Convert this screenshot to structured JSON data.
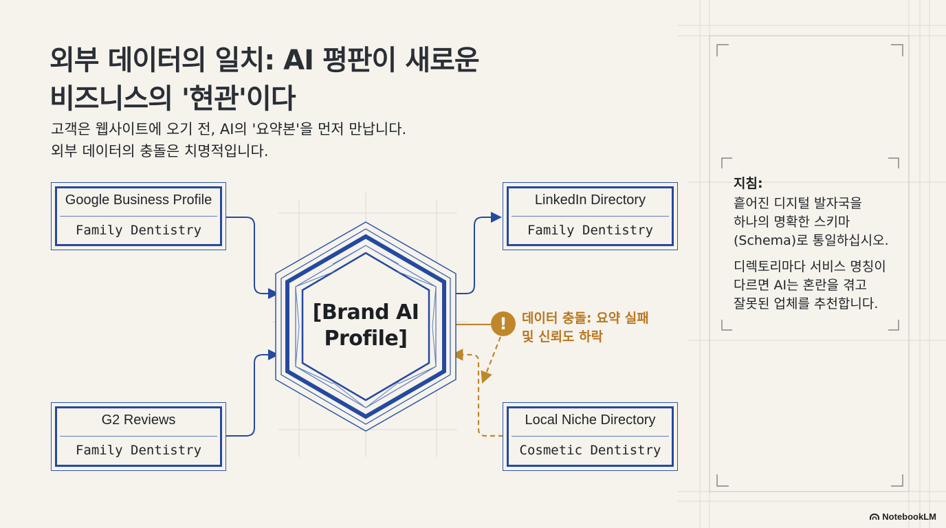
{
  "title_lines": [
    "외부 데이터의 일치: AI 평판이 새로운",
    "비즈니스의 '현관'이다"
  ],
  "subtitle_lines": [
    "고객은 웹사이트에 오기 전, AI의 '요약본'을 먼저 만납니다.",
    "외부 데이터의 충돌은 치명적입니다."
  ],
  "hub": {
    "lines": [
      "[Brand AI",
      "Profile]"
    ]
  },
  "sources": [
    {
      "name": "Google Business Profile",
      "category": "Family Dentistry"
    },
    {
      "name": "LinkedIn Directory",
      "category": "Family Dentistry"
    },
    {
      "name": "G2 Reviews",
      "category": "Family Dentistry"
    },
    {
      "name": "Local Niche Directory",
      "category": "Cosmetic Dentistry"
    }
  ],
  "conflict": {
    "icon": "exclamation-icon",
    "symbol": "!",
    "lines": [
      "데이터 충돌: 요약 실패",
      "및 신뢰도 하락"
    ],
    "color": "#c0862a"
  },
  "guidance": {
    "title": "지침:",
    "paragraph1": [
      "흩어진 디지털 발자국을",
      "하나의 명확한 스키마",
      "(Schema)로 통일하십시오."
    ],
    "paragraph2": [
      "디렉토리마다 서비스 명칭이",
      "다르면 AI는 혼란을 겪고",
      "잘못된 업체를 추천합니다."
    ]
  },
  "brand": {
    "icon": "notebooklm-logo-icon",
    "label": "NotebookLM"
  },
  "colors": {
    "accent_blue": "#2449a0",
    "warning_amber": "#c0862a",
    "background": "#f6f3ec"
  }
}
